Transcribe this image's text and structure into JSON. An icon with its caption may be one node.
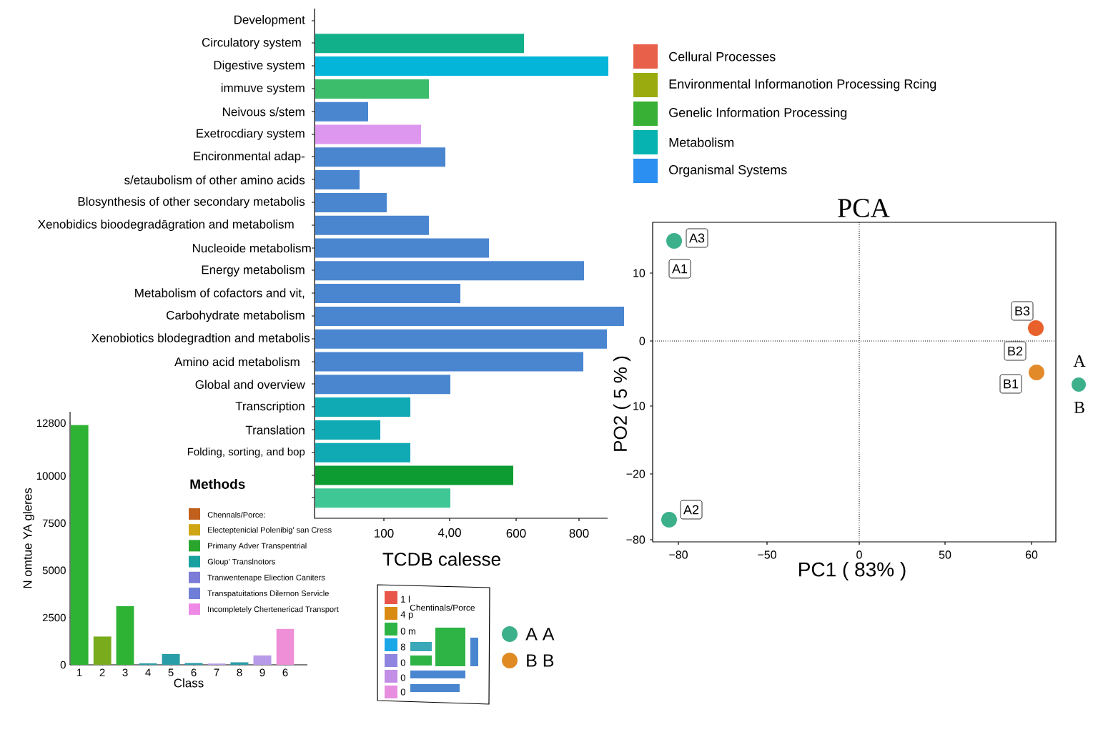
{
  "diagram": {
    "nodes": [
      {
        "text": [
          "A3"
        ]
      },
      {
        "text": [
          "A1"
        ]
      },
      {
        "text": [
          "B3"
        ]
      },
      {
        "text": [
          "B2"
        ]
      },
      {
        "text": [
          "B1"
        ]
      },
      {
        "text": [
          "A2"
        ]
      }
    ],
    "labels": [
      "Development",
      "Circulatory system",
      "Digestive system",
      "immuve system",
      "Neivous s/stem",
      "Exetrocdiary system",
      "Encironmental adap-",
      "s/etaubolism of other amino acids",
      "Blosynthesis of other secondary metabolis",
      "Xenobidics bioodegradāgration and metabolism",
      "Nucleoide metabolism",
      "Energy metabolism",
      "Metabolism of cofactors and vit,",
      "Carbohydrate metabolism",
      "Xenobiotics blodegradtion and metabolis",
      "Amino acid metabolism",
      "Global and overview",
      "Transcription",
      "Translation",
      "Folding, sorting, and bop",
      "100",
      "4,00",
      "600",
      "800",
      "TCDB calesse",
      "PCA",
      "10",
      "0",
      "10",
      "−20",
      "−80",
      "−80",
      "−50",
      "0",
      "50",
      "60",
      "PC1 ( 83% )",
      "PO2 ( 5 % )",
      "A",
      "B",
      "Methods",
      "1 l",
      "Chentinals/Porce",
      "4 p",
      "0 m",
      "8",
      "0",
      "0",
      "0"
    ],
    "legend": [
      {
        "text": "Cellural Processes",
        "color": "#e8604a"
      },
      {
        "text": "Environmental Informanotion Processing Rcing",
        "color": "#9aab0f"
      },
      {
        "text": "Genelic Information Processing",
        "color": "#37b035"
      },
      {
        "text": "Metabolism",
        "color": "#06b3b0"
      },
      {
        "text": "Organismal Systems",
        "color": "#2a8ff0"
      },
      {
        "text": "Chennals/Porce:",
        "color": "#c0601c"
      },
      {
        "text": "Electeptenicial Polenibig' san Cress",
        "color": "#cfa615"
      },
      {
        "text": "Primany Adver Transpentrial",
        "color": "#2aa62f"
      },
      {
        "text": "Gloup' Translnotors",
        "color": "#19a1a0"
      },
      {
        "text": "Tranwentenape Eliection Caniters",
        "color": "#7c7bd8"
      },
      {
        "text": "Transpatuitations Dilernon Servicle",
        "color": "#6f7fd8"
      },
      {
        "text": "Incompletely Chertenericad Transport",
        "color": "#ee8ae6"
      },
      {
        "text": "A A",
        "color": "#3cb08a"
      },
      {
        "text": "B B",
        "color": "#e08a24"
      }
    ],
    "chart_data": {
      "type": "bar",
      "xlabel": "Class",
      "ylabel": "N omtue YA gleres",
      "categories": [
        "1",
        "2",
        "3",
        "4",
        "5",
        "6",
        "7",
        "8",
        "9",
        "6"
      ],
      "series": [
        {
          "color": "#2eb335",
          "values": [
            12700,
            null,
            3100,
            null,
            null,
            null,
            null,
            null,
            null,
            null
          ]
        },
        {
          "color": "#7aab1d",
          "values": [
            null,
            1500,
            null,
            null,
            null,
            null,
            null,
            null,
            null,
            null
          ]
        },
        {
          "color": "#2a9ea8",
          "values": [
            null,
            null,
            null,
            80,
            580,
            90,
            null,
            130,
            null,
            null
          ]
        },
        {
          "color": "#b79be8",
          "values": [
            null,
            null,
            null,
            null,
            null,
            null,
            70,
            null,
            500,
            null
          ]
        },
        {
          "color": "#ee8fd8",
          "values": [
            null,
            null,
            null,
            null,
            null,
            null,
            null,
            null,
            null,
            1900
          ]
        }
      ],
      "ylim": [
        0,
        13400
      ],
      "yticks": [
        0,
        2500,
        5000,
        7500,
        10000,
        12800
      ]
    }
  }
}
